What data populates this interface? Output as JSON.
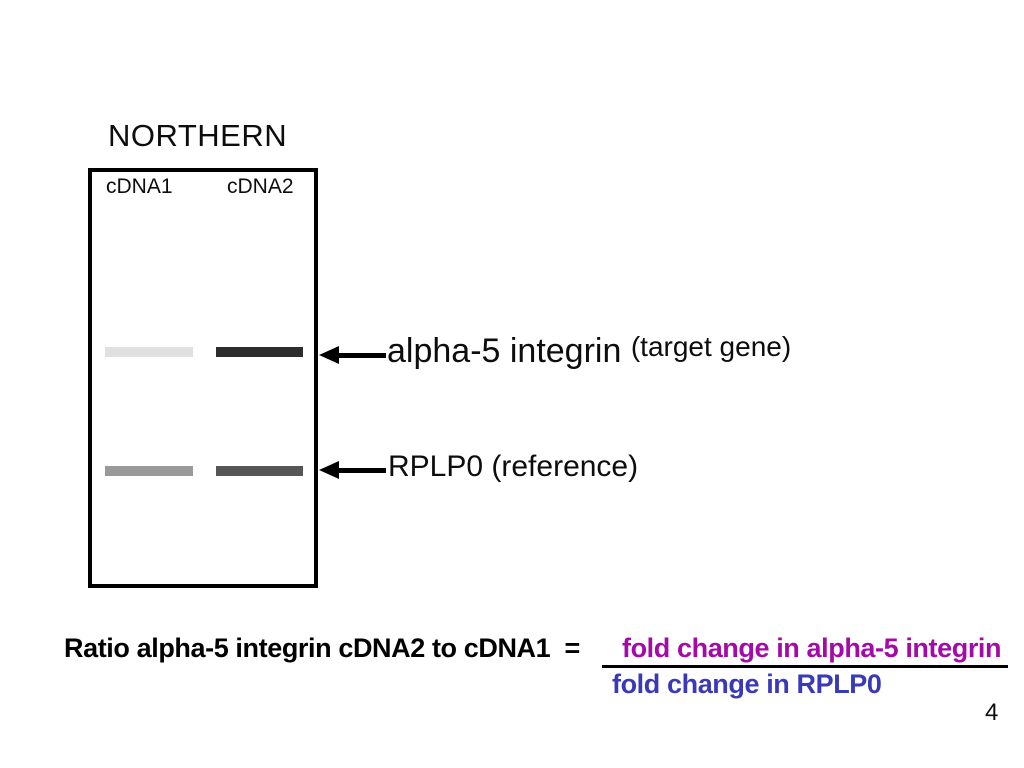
{
  "slide": {
    "title": "NORTHERN",
    "page_number": "4",
    "background_color": "#ffffff"
  },
  "gel": {
    "lane_labels": [
      "cDNA1",
      "cDNA2"
    ],
    "bands": {
      "alpha5_cdna1": {
        "row": "alpha-5 integrin",
        "lane": "cDNA1",
        "color": "#e0e0e0"
      },
      "alpha5_cdna2": {
        "row": "alpha-5 integrin",
        "lane": "cDNA2",
        "color": "#2d2d2d"
      },
      "rplp0_cdna1": {
        "row": "RPLP0",
        "lane": "cDNA1",
        "color": "#9a9a9a"
      },
      "rplp0_cdna2": {
        "row": "RPLP0",
        "lane": "cDNA2",
        "color": "#565656"
      }
    }
  },
  "annotations": {
    "alpha5": {
      "main": "alpha-5 integrin",
      "note": "(target gene)"
    },
    "rplp0": {
      "main": "RPLP0 (reference)"
    }
  },
  "formula": {
    "lhs": "Ratio alpha-5 integrin cDNA2 to cDNA1  =",
    "numerator": {
      "text": "fold change in alpha-5 integrin",
      "color": "#a30aa8"
    },
    "denominator": {
      "text": "fold change in RPLP0",
      "color": "#3a3ab8"
    }
  }
}
